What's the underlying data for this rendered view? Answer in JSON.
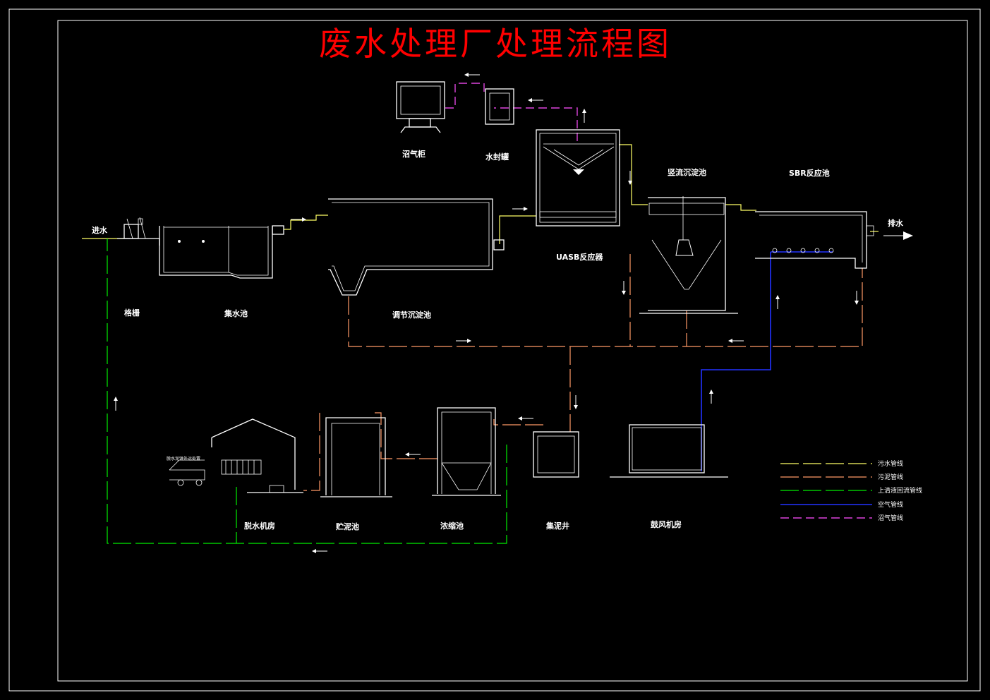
{
  "title": "废水处理厂处理流程图",
  "labels": {
    "inflow": "进水",
    "outflow": "排水",
    "grille": "格栅",
    "collection_tank": "集水池",
    "regulating_tank": "调节沉淀池",
    "uasb": "UASB反应器",
    "vertical_settler": "竖流沉淀池",
    "sbr": "SBR反应池",
    "gas_holder": "沼气柜",
    "water_seal": "水封罐",
    "dewatering_room": "脱水机房",
    "sludge_storage": "贮泥池",
    "thickener": "浓缩池",
    "sludge_well": "集泥井",
    "blower_room": "鼓风机房",
    "truck_note": "脱水泥饼外运处置"
  },
  "legend": [
    {
      "label": "污水管线",
      "color": "#ffff66",
      "style": "long-dash"
    },
    {
      "label": "污泥管线",
      "color": "#ff9966",
      "style": "long-dash"
    },
    {
      "label": "上清液回流管线",
      "color": "#00ee00",
      "style": "long-dash"
    },
    {
      "label": "空气管线",
      "color": "#2233ff",
      "style": "solid"
    },
    {
      "label": "沼气管线",
      "color": "#dd44dd",
      "style": "dash"
    }
  ],
  "colors": {
    "background": "#000000",
    "title": "#ff0000",
    "outline": "#ffffff"
  }
}
